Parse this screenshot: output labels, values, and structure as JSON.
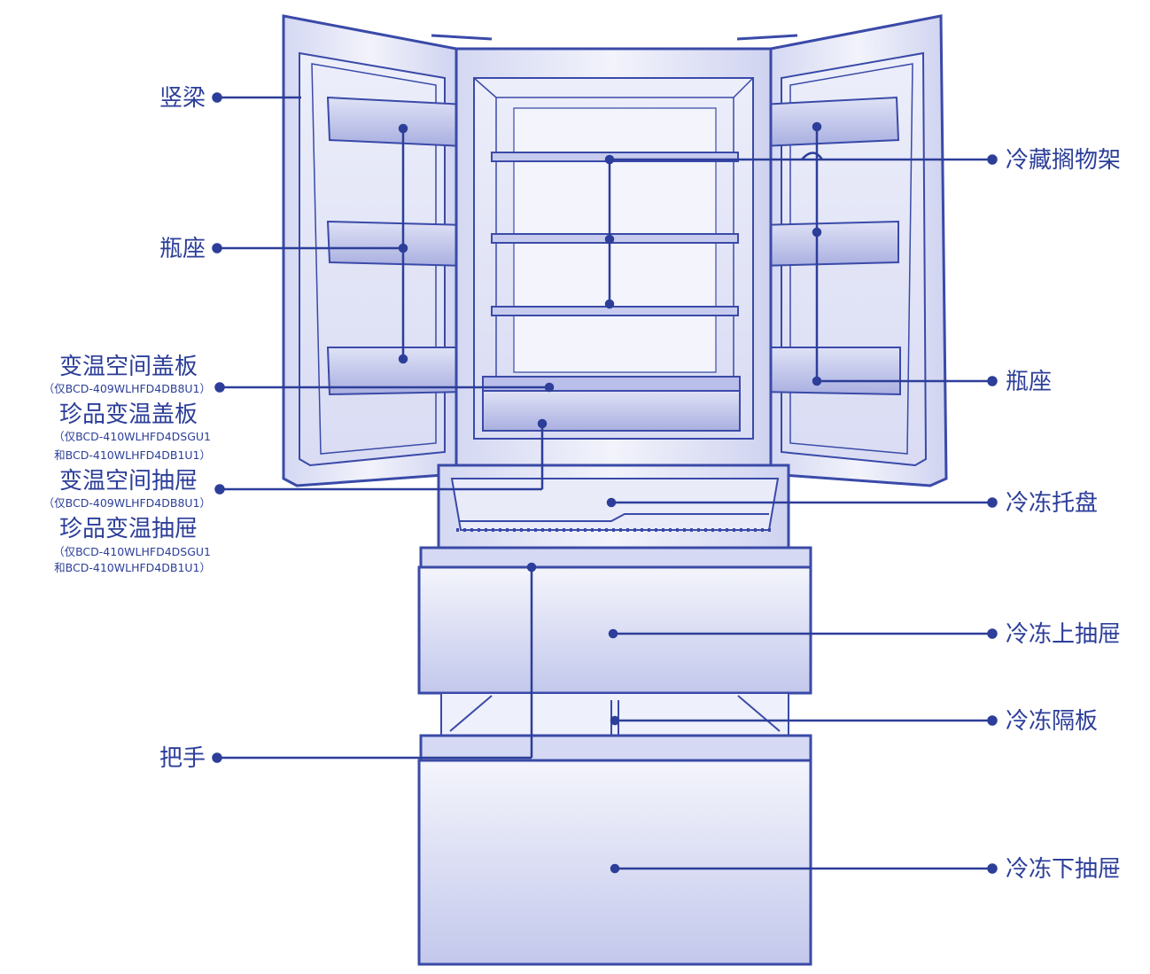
{
  "diagram": {
    "colors": {
      "outline": "#3a4aa8",
      "fill_light": "#e6e8f7",
      "fill_mid": "#c9cdee",
      "fill_dark": "#aab0e2",
      "label": "#2c3e99"
    },
    "labels_left": {
      "shubliang": "竖梁",
      "pingzuo_left": "瓶座",
      "biantemp_cover": "变温空间盖板",
      "biantemp_cover_note": "（仅BCD-409WLHFD4DB8U1）",
      "zhenpin_cover": "珍品变温盖板",
      "zhenpin_cover_note_1": "（仅BCD-410WLHFD4DSGU1",
      "zhenpin_cover_note_2": "和BCD-410WLHFD4DB1U1）",
      "biantemp_drawer": "变温空间抽屉",
      "biantemp_drawer_note": "（仅BCD-409WLHFD4DB8U1）",
      "zhenpin_drawer": "珍品变温抽屉",
      "zhenpin_drawer_note_1": "（仅BCD-410WLHFD4DSGU1",
      "zhenpin_drawer_note_2": "和BCD-410WLHFD4DB1U1）",
      "handle": "把手"
    },
    "labels_right": {
      "shelf": "冷藏搁物架",
      "pingzuo_right": "瓶座",
      "tray": "冷冻托盘",
      "upper_drawer": "冷冻上抽屉",
      "divider": "冷冻隔板",
      "lower_drawer": "冷冻下抽屉"
    }
  }
}
